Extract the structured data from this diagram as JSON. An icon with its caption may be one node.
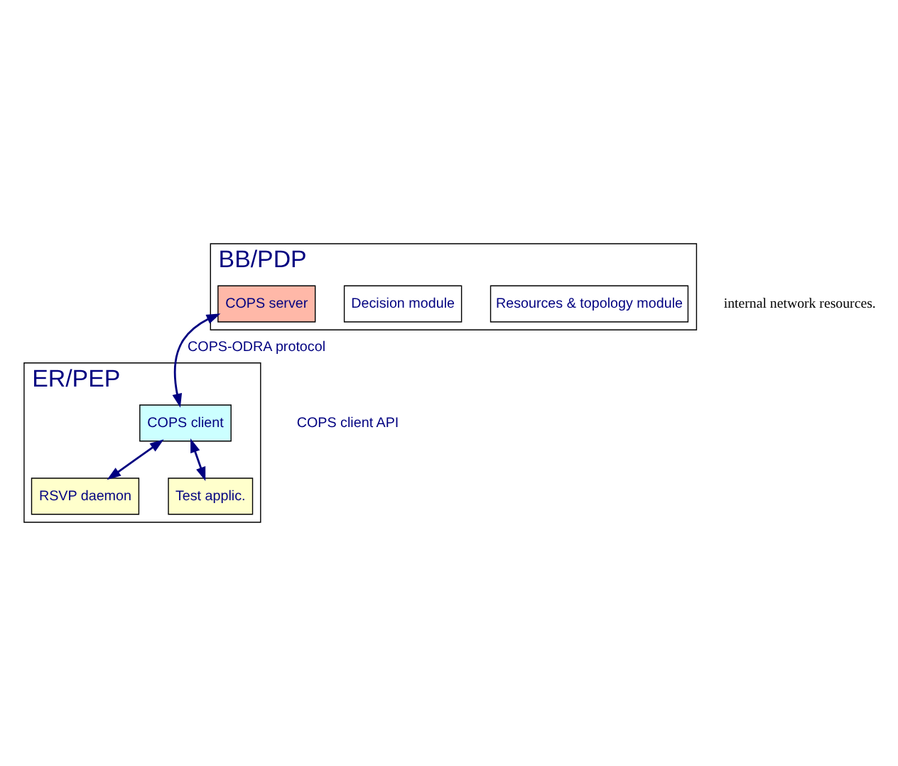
{
  "diagram": {
    "nodes": [
      {
        "text": [
          "BB/PDP"
        ]
      },
      {
        "text": [
          "Resources & topology module"
        ],
        "in": 0
      },
      {
        "text": [
          "Decision module"
        ],
        "in": 0
      },
      {
        "text": [
          "COPS server"
        ],
        "in": 0
      },
      {
        "text": [
          "ER/PEP"
        ]
      },
      {
        "text": [
          "COPS client"
        ],
        "in": 4
      },
      {
        "text": [
          "RSVP daemon"
        ],
        "in": 4
      },
      {
        "text": [
          "Test applic."
        ],
        "in": 4
      }
    ],
    "edges": [
      {
        "from": 3,
        "to": 5,
        "arrow": "both",
        "label": "COPS-ODRA protocol"
      },
      {
        "from": 5,
        "to": 6,
        "arrow": "both"
      },
      {
        "from": 5,
        "to": 7,
        "arrow": "both"
      }
    ],
    "labels": [
      "internal network resources.",
      "COPS client API"
    ]
  }
}
